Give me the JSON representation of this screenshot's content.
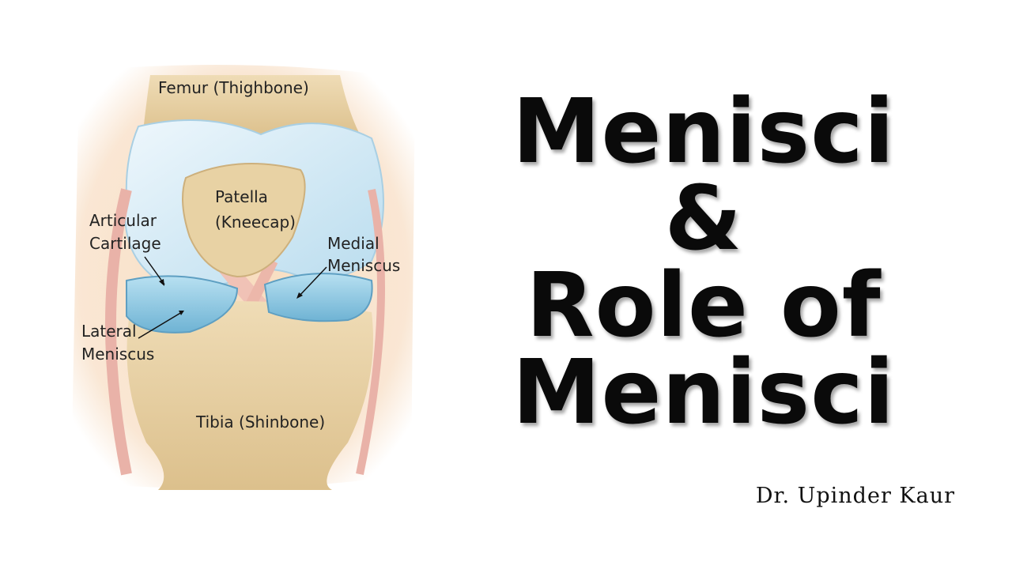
{
  "figure": {
    "labels": {
      "femur": "Femur (Thighbone)",
      "patella_1": "Patella",
      "patella_2": "(Kneecap)",
      "articular_1": "Articular",
      "articular_2": "Cartilage",
      "medial_1": "Medial",
      "medial_2": "Meniscus",
      "lateral_1": "Lateral",
      "lateral_2": "Meniscus",
      "tibia": "Tibia (Shinbone)"
    },
    "colors": {
      "skin": "#f6dcc0",
      "bone": "#e9d3a8",
      "cartilage": "#d9ecf7",
      "meniscus": "#9fd0e8",
      "ligament": "#e9b2a8"
    }
  },
  "title": {
    "line1": "Menisci",
    "line2": "&",
    "line3": "Role of",
    "line4": "Menisci"
  },
  "author": "Dr. Upinder Kaur"
}
